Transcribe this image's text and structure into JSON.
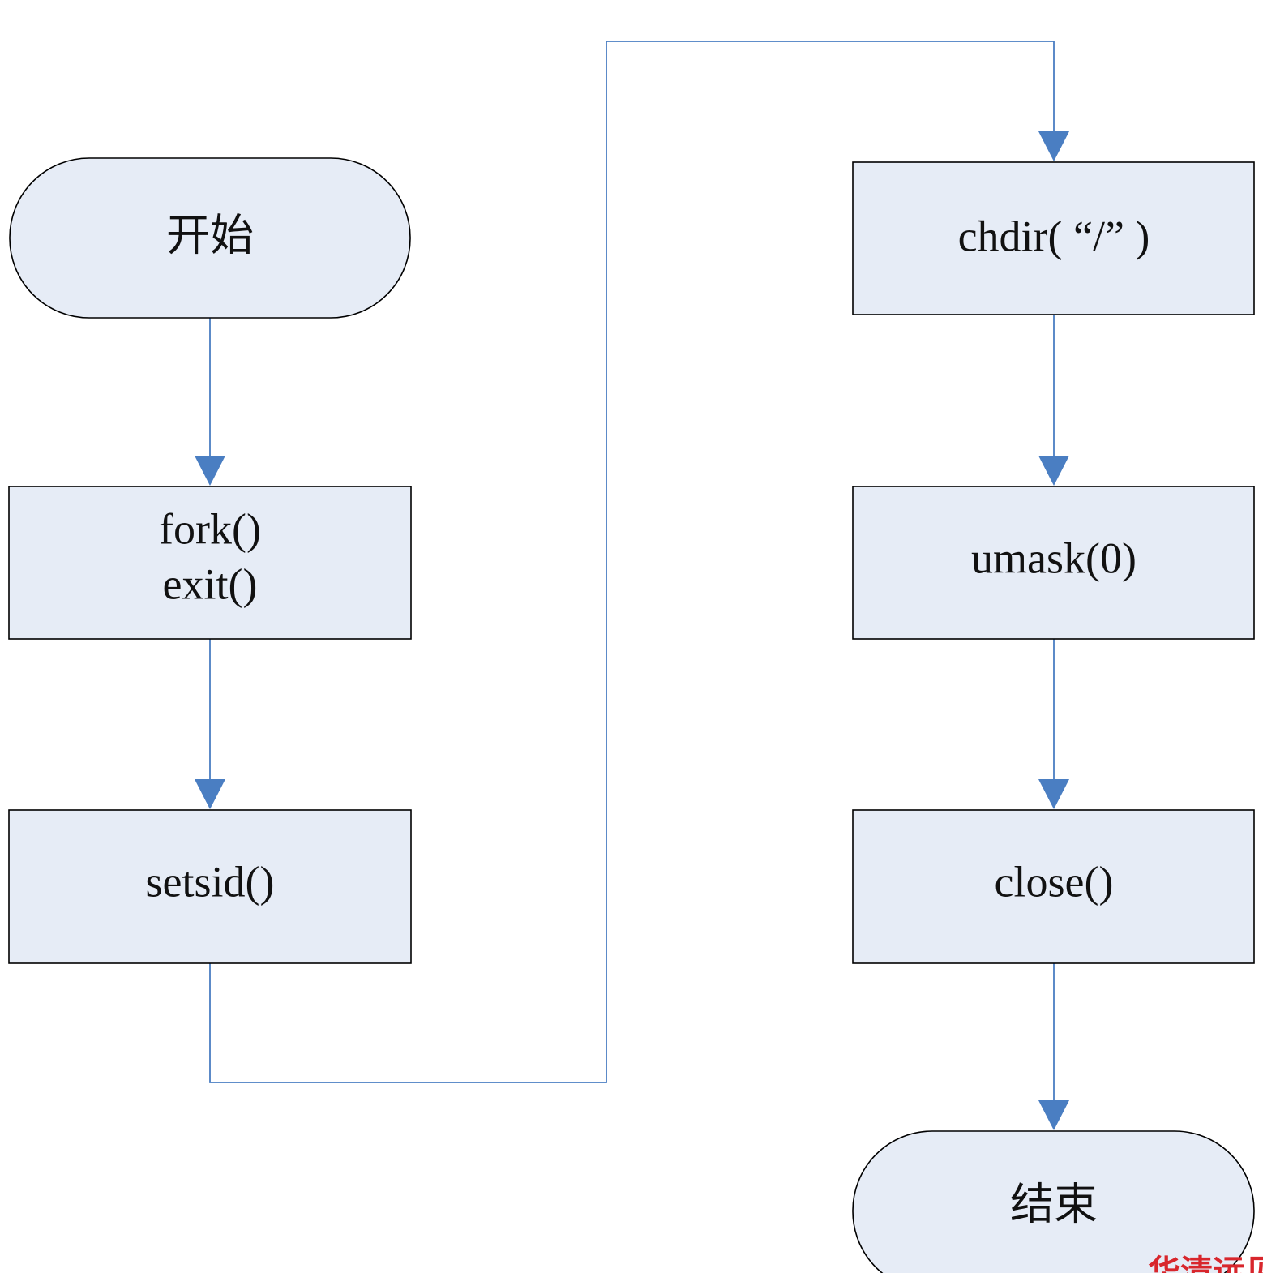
{
  "flow": {
    "start": {
      "label": "开始",
      "shape": "terminal"
    },
    "fork": {
      "line1": "fork()",
      "line2": "exit()",
      "shape": "process"
    },
    "setsid": {
      "label": "setsid()",
      "shape": "process"
    },
    "chdir": {
      "label": "chdir( “/” )",
      "shape": "process"
    },
    "umask": {
      "label": "umask(0)",
      "shape": "process"
    },
    "close": {
      "label": "close()",
      "shape": "process"
    },
    "end": {
      "label": "结束",
      "shape": "terminal"
    }
  },
  "edges": [
    {
      "from": "start",
      "to": "fork"
    },
    {
      "from": "fork",
      "to": "setsid"
    },
    {
      "from": "setsid",
      "to": "chdir"
    },
    {
      "from": "chdir",
      "to": "umask"
    },
    {
      "from": "umask",
      "to": "close"
    },
    {
      "from": "close",
      "to": "end"
    }
  ],
  "watermark": {
    "text": "华清远见"
  },
  "colors": {
    "node_fill": "#e6ecf6",
    "connector": "#4a7ec2",
    "watermark": "#d8262c"
  }
}
